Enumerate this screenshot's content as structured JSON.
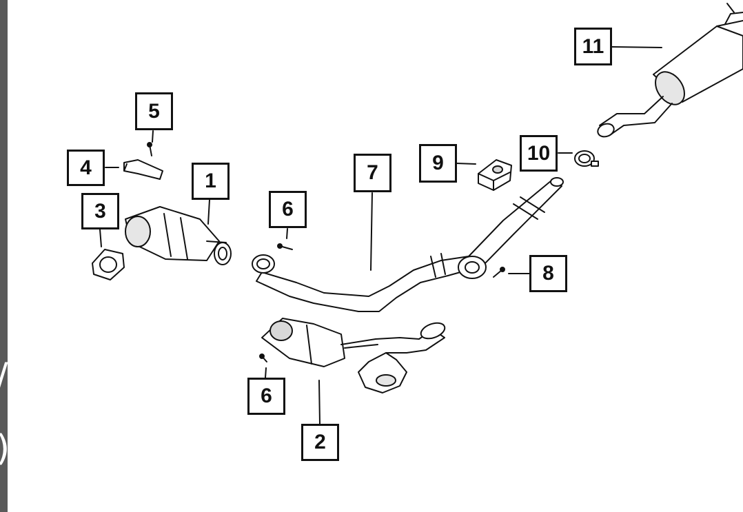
{
  "diagram": {
    "callouts": [
      {
        "id": "c1",
        "label": "1"
      },
      {
        "id": "c2",
        "label": "2"
      },
      {
        "id": "c3",
        "label": "3"
      },
      {
        "id": "c4",
        "label": "4"
      },
      {
        "id": "c5",
        "label": "5"
      },
      {
        "id": "c6a",
        "label": "6"
      },
      {
        "id": "c6b",
        "label": "6"
      },
      {
        "id": "c7",
        "label": "7"
      },
      {
        "id": "c8",
        "label": "8"
      },
      {
        "id": "c9",
        "label": "9"
      },
      {
        "id": "c10",
        "label": "10"
      },
      {
        "id": "c11",
        "label": "11"
      }
    ]
  },
  "colors": {
    "stroke": "#111111",
    "background": "#ffffff",
    "shade": "#d9d9d9",
    "left_bar": "#5a5a5a"
  }
}
